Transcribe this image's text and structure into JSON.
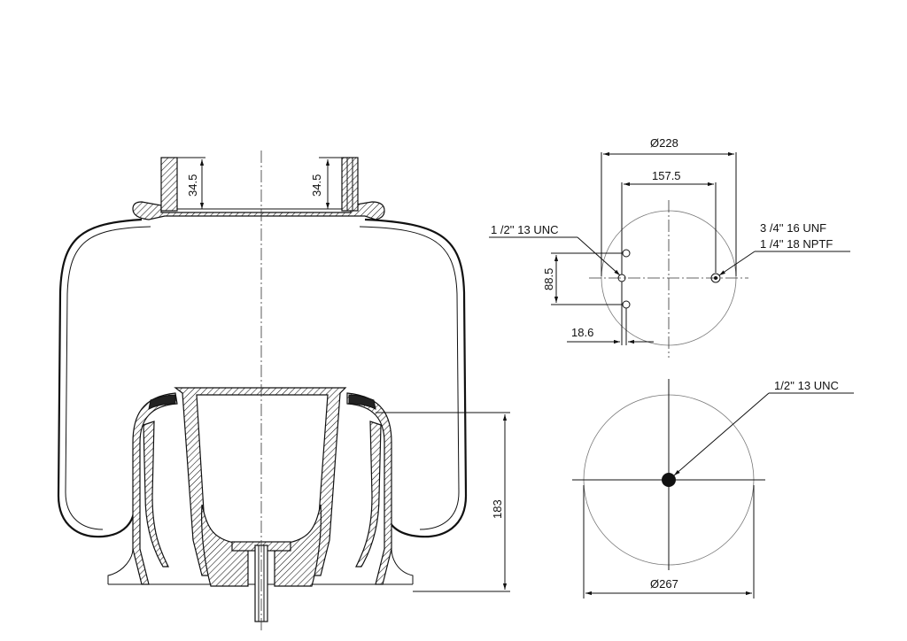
{
  "side_view": {
    "stud_height_left": "34.5",
    "stud_height_right": "34.5",
    "overall_height": "183"
  },
  "top_plate": {
    "diameter": "Ø228",
    "bolt_spacing": "157.5",
    "offset_vertical": "88.5",
    "offset_horizontal": "18.6",
    "thread_left": "1 /2'' 13 UNC",
    "thread_right_line1": "3 /4'' 16 UNF",
    "thread_right_line2": "1 /4'' 18 NPTF"
  },
  "bottom_piston": {
    "diameter": "Ø267",
    "thread_center": "1/2'' 13 UNC"
  },
  "colors": {
    "line": "#111111",
    "fill": "#222222",
    "paper": "#ffffff"
  }
}
